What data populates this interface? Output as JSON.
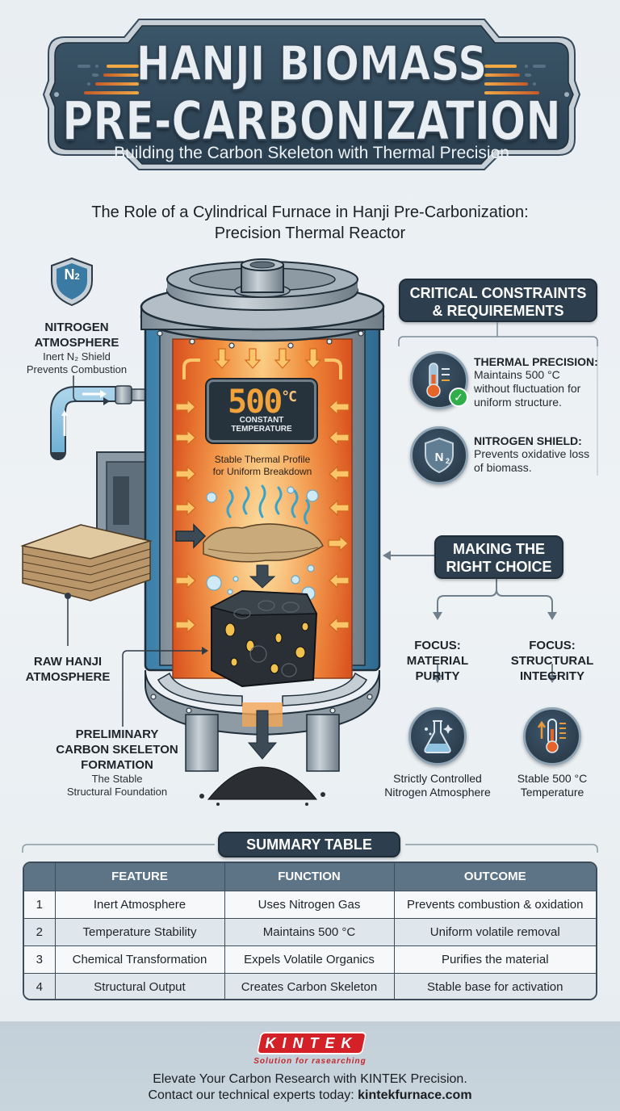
{
  "header": {
    "title_line1": "HANJI BIOMASS",
    "title_line2": "PRE-CARBONIZATION",
    "subtitle": "Building the Carbon Skeleton with Thermal Precision",
    "banner_color": "#2f4a5e",
    "stripe_color": "#e8a03c"
  },
  "intro": {
    "line1": "The Role of a Cylindrical Furnace in Hanji Pre-Carbonization:",
    "line2": "Precision Thermal Reactor"
  },
  "left_annotations": {
    "nitrogen": {
      "icon": "n2-shield-icon",
      "badge_text": "N",
      "badge_sub": "2",
      "title_line1": "NITROGEN",
      "title_line2": "ATMOSPHERE",
      "desc_line1": "Inert N₂ Shield",
      "desc_line2": "Prevents Combustion"
    },
    "raw_hanji": {
      "title_line1": "RAW HANJI",
      "title_line2": "ATMOSPHERE"
    },
    "skeleton": {
      "title_line1": "PRELIMINARY",
      "title_line2": "CARBON SKELETON",
      "title_line3": "FORMATION",
      "desc_line1": "The Stable",
      "desc_line2": "Structural Foundation"
    }
  },
  "furnace": {
    "display_value": "500",
    "display_unit": "°C",
    "display_caption": "CONSTANT TEMPERATURE",
    "profile_line1": "Stable Thermal Profile",
    "profile_line2": "for Uniform Breakdown",
    "heat_color": "#f07a2c",
    "display_digit_color": "#f2a23a"
  },
  "constraints": {
    "header_line1": "CRITICAL CONSTRAINTS",
    "header_line2": "& REQUIREMENTS",
    "items": [
      {
        "icon": "thermometer-check-icon",
        "title": "THERMAL PRECISION:",
        "text_line1": "Maintains 500 °C",
        "text_line2": "without fluctuation for",
        "text_line3": "uniform structure."
      },
      {
        "icon": "n2-shield-icon",
        "title": "NITROGEN SHIELD:",
        "text_line1": "Prevents oxidative loss",
        "text_line2": "of biomass."
      }
    ]
  },
  "choice": {
    "header_line1": "MAKING THE",
    "header_line2": "RIGHT CHOICE",
    "options": [
      {
        "title_line1": "FOCUS:",
        "title_line2": "MATERIAL",
        "title_line3": "PURITY",
        "icon": "flask-icon",
        "desc_line1": "Strictly Controlled",
        "desc_line2": "Nitrogen Atmosphere"
      },
      {
        "title_line1": "FOCUS:",
        "title_line2": "STRUCTURAL",
        "title_line3": "INTEGRITY",
        "icon": "thermometer-up-icon",
        "desc_line1": "Stable 500 °C",
        "desc_line2": "Temperature"
      }
    ]
  },
  "summary": {
    "title": "SUMMARY TABLE",
    "columns": [
      "",
      "FEATURE",
      "FUNCTION",
      "OUTCOME"
    ],
    "rows": [
      [
        "1",
        "Inert Atmosphere",
        "Uses Nitrogen Gas",
        "Prevents combustion & oxidation"
      ],
      [
        "2",
        "Temperature Stability",
        "Maintains 500 °C",
        "Uniform volatile removal"
      ],
      [
        "3",
        "Chemical Transformation",
        "Expels Volatile Organics",
        "Purifies the material"
      ],
      [
        "4",
        "Structural Output",
        "Creates Carbon Skeleton",
        "Stable base for activation"
      ]
    ]
  },
  "footer": {
    "logo_text": "KINTEK",
    "tagline": "Solution for rasearching",
    "line1": "Elevate Your Carbon Research with KINTEK Precision.",
    "line2_prefix": "Contact our technical experts today: ",
    "line2_link": "kintekfurnace.com",
    "brand_color": "#d42027"
  }
}
